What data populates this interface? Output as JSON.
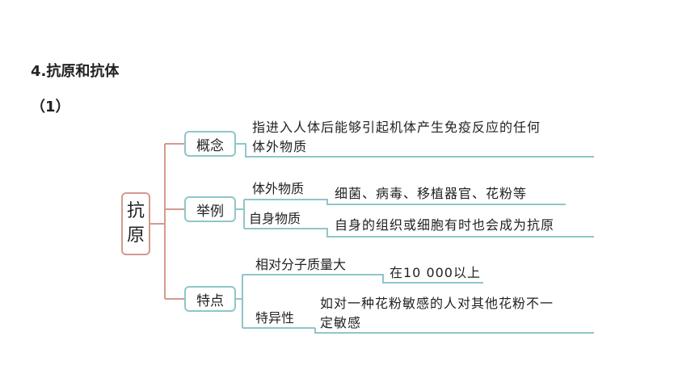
{
  "heading": "4.抗原和抗体",
  "subheading": "（1）",
  "root": {
    "char1": "抗",
    "char2": "原"
  },
  "branches": {
    "concept": {
      "label": "概念",
      "text_line1": "指进入人体后能够引起机体产生免疫反应的任何",
      "text_line2": "体外物质"
    },
    "examples": {
      "label": "举例",
      "external": {
        "label": "体外物质",
        "text": "细菌、病毒、移植器官、花粉等"
      },
      "self": {
        "label": "自身物质",
        "text": "自身的组织或细胞有时也会成为抗原"
      }
    },
    "features": {
      "label": "特点",
      "molecule": {
        "label": "相对分子质量大",
        "text": "在10 000以上"
      },
      "specificity": {
        "label": "特异性",
        "text_line1": "如对一种花粉敏感的人对其他花粉不一",
        "text_line2": "定敏感"
      }
    }
  },
  "colors": {
    "root_border": "#d49a90",
    "box_border": "#8fc6c9",
    "connector": "#8fc6c9"
  }
}
